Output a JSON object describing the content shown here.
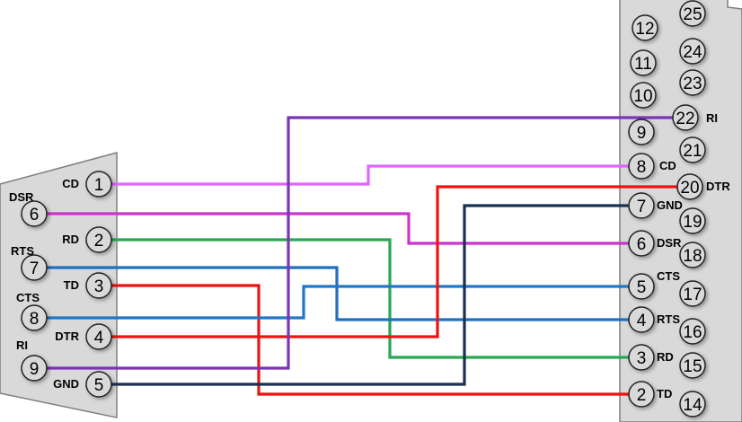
{
  "colors": {
    "connector_fill": "#d9d9d9",
    "connector_stroke": "#7f7f7f",
    "wire_cd": "#e066ff",
    "wire_dsr": "#cc33cc",
    "wire_rd": "#27a850",
    "wire_rts": "#1f6fc0",
    "wire_td": "#ee1111",
    "wire_cts": "#2277c4",
    "wire_dtr": "#ee1111",
    "wire_ri": "#7a35b5",
    "wire_gnd": "#1b2f50"
  },
  "db9": {
    "pins": [
      {
        "n": "1",
        "label": "CD"
      },
      {
        "n": "6",
        "label": "DSR"
      },
      {
        "n": "2",
        "label": "RD"
      },
      {
        "n": "7",
        "label": "RTS"
      },
      {
        "n": "3",
        "label": "TD"
      },
      {
        "n": "8",
        "label": "CTS"
      },
      {
        "n": "4",
        "label": "DTR"
      },
      {
        "n": "9",
        "label": "RI"
      },
      {
        "n": "5",
        "label": "GND"
      }
    ]
  },
  "db25": {
    "pins": [
      {
        "n": "25",
        "label": ""
      },
      {
        "n": "12",
        "label": ""
      },
      {
        "n": "24",
        "label": ""
      },
      {
        "n": "11",
        "label": ""
      },
      {
        "n": "23",
        "label": ""
      },
      {
        "n": "10",
        "label": ""
      },
      {
        "n": "22",
        "label": "RI"
      },
      {
        "n": "9",
        "label": ""
      },
      {
        "n": "21",
        "label": ""
      },
      {
        "n": "8",
        "label": "CD"
      },
      {
        "n": "20",
        "label": "DTR"
      },
      {
        "n": "7",
        "label": "GND"
      },
      {
        "n": "19",
        "label": ""
      },
      {
        "n": "6",
        "label": "DSR"
      },
      {
        "n": "18",
        "label": ""
      },
      {
        "n": "5",
        "label": "CTS"
      },
      {
        "n": "17",
        "label": ""
      },
      {
        "n": "4",
        "label": "RTS"
      },
      {
        "n": "16",
        "label": ""
      },
      {
        "n": "3",
        "label": "RD"
      },
      {
        "n": "15",
        "label": ""
      },
      {
        "n": "2",
        "label": "TD"
      },
      {
        "n": "14",
        "label": ""
      }
    ]
  },
  "wires": [
    {
      "signal": "CD",
      "from": "1",
      "to": "8",
      "color_key": "wire_cd"
    },
    {
      "signal": "DSR",
      "from": "6",
      "to": "6",
      "color_key": "wire_dsr"
    },
    {
      "signal": "RD",
      "from": "2",
      "to": "3",
      "color_key": "wire_rd"
    },
    {
      "signal": "RTS",
      "from": "7",
      "to": "4",
      "color_key": "wire_rts"
    },
    {
      "signal": "TD",
      "from": "3",
      "to": "2",
      "color_key": "wire_td"
    },
    {
      "signal": "CTS",
      "from": "8",
      "to": "5",
      "color_key": "wire_cts"
    },
    {
      "signal": "DTR",
      "from": "4",
      "to": "20",
      "color_key": "wire_dtr"
    },
    {
      "signal": "RI",
      "from": "9",
      "to": "22",
      "color_key": "wire_ri"
    },
    {
      "signal": "GND",
      "from": "5",
      "to": "7",
      "color_key": "wire_gnd"
    }
  ]
}
